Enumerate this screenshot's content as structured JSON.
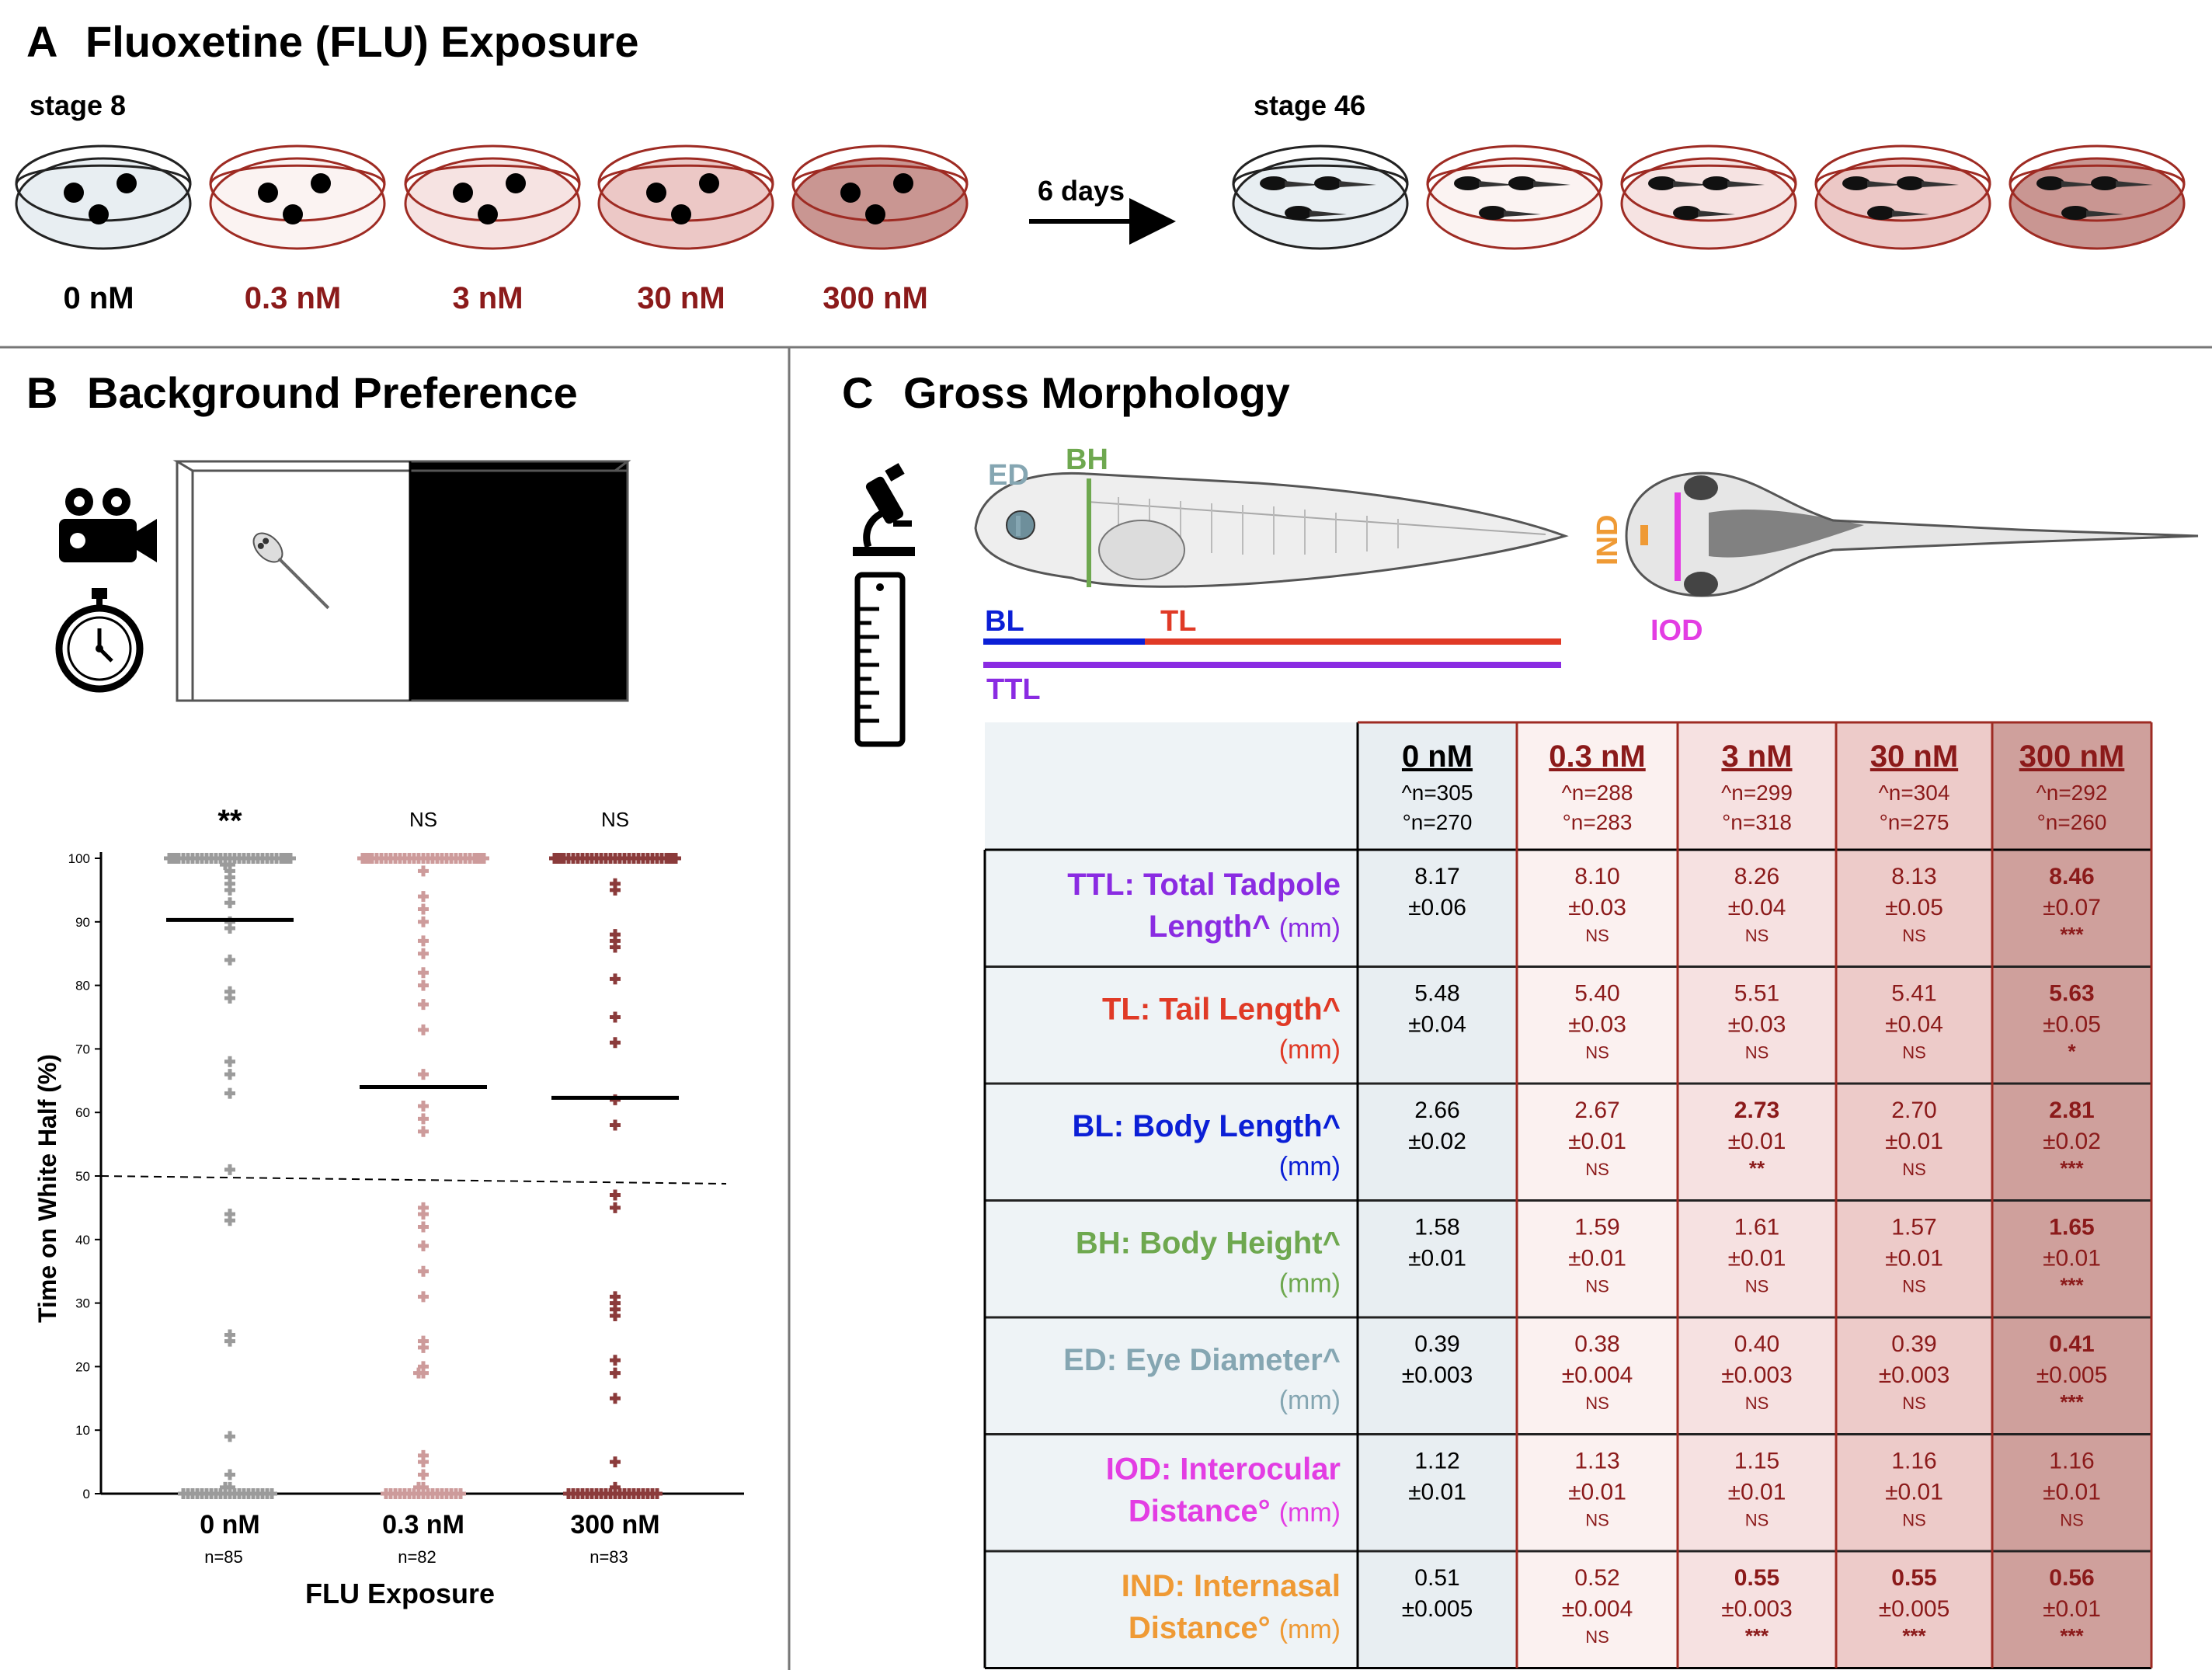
{
  "panelA": {
    "letter": "A",
    "title": "Fluoxetine (FLU) Exposure",
    "stage_start": "stage 8",
    "stage_end": "stage 46",
    "duration": "6 days",
    "concentrations": [
      "0 nM",
      "0.3 nM",
      "3 nM",
      "30 nM",
      "300 nM"
    ]
  },
  "panelB": {
    "letter": "B",
    "title": "Background Preference"
  },
  "panelC": {
    "letter": "C",
    "title": "Gross Morphology",
    "measure_labels": {
      "ed": "ED",
      "bh": "BH",
      "bl": "BL",
      "tl": "TL",
      "ttl": "TTL",
      "ind": "IND",
      "iod": "IOD"
    },
    "table": {
      "columns": [
        {
          "label": "0 nM",
          "n1": "^n=305",
          "n2": "°n=270"
        },
        {
          "label": "0.3 nM",
          "n1": "^n=288",
          "n2": "°n=283"
        },
        {
          "label": "3 nM",
          "n1": "^n=299",
          "n2": "°n=318"
        },
        {
          "label": "30 nM",
          "n1": "^n=304",
          "n2": "°n=275"
        },
        {
          "label": "300 nM",
          "n1": "^n=292",
          "n2": "°n=260"
        }
      ],
      "rows": [
        {
          "line1": "TTL: Total Tadpole",
          "line2": "Length^",
          "unit": "(mm)",
          "color": "#8a2be2",
          "cells": [
            {
              "v": "8.17",
              "e": "±0.06",
              "s": "",
              "b": false
            },
            {
              "v": "8.10",
              "e": "±0.03",
              "s": "NS",
              "b": false
            },
            {
              "v": "8.26",
              "e": "±0.04",
              "s": "NS",
              "b": false
            },
            {
              "v": "8.13",
              "e": "±0.05",
              "s": "NS",
              "b": false
            },
            {
              "v": "8.46",
              "e": "±0.07",
              "s": "***",
              "b": true
            }
          ]
        },
        {
          "line1": "TL: Tail Length^",
          "line2": "",
          "unit": "(mm)",
          "color": "#e03a26",
          "cells": [
            {
              "v": "5.48",
              "e": "±0.04",
              "s": "",
              "b": false
            },
            {
              "v": "5.40",
              "e": "±0.03",
              "s": "NS",
              "b": false
            },
            {
              "v": "5.51",
              "e": "±0.03",
              "s": "NS",
              "b": false
            },
            {
              "v": "5.41",
              "e": "±0.04",
              "s": "NS",
              "b": false
            },
            {
              "v": "5.63",
              "e": "±0.05",
              "s": "*",
              "b": true
            }
          ]
        },
        {
          "line1": "BL: Body Length^",
          "line2": "",
          "unit": "(mm)",
          "color": "#0b1fd6",
          "cells": [
            {
              "v": "2.66",
              "e": "±0.02",
              "s": "",
              "b": false
            },
            {
              "v": "2.67",
              "e": "±0.01",
              "s": "NS",
              "b": false
            },
            {
              "v": "2.73",
              "e": "±0.01",
              "s": "**",
              "b": true
            },
            {
              "v": "2.70",
              "e": "±0.01",
              "s": "NS",
              "b": false
            },
            {
              "v": "2.81",
              "e": "±0.02",
              "s": "***",
              "b": true
            }
          ]
        },
        {
          "line1": "BH: Body Height^",
          "line2": "",
          "unit": "(mm)",
          "color": "#6ea84f",
          "cells": [
            {
              "v": "1.58",
              "e": "±0.01",
              "s": "",
              "b": false
            },
            {
              "v": "1.59",
              "e": "±0.01",
              "s": "NS",
              "b": false
            },
            {
              "v": "1.61",
              "e": "±0.01",
              "s": "NS",
              "b": false
            },
            {
              "v": "1.57",
              "e": "±0.01",
              "s": "NS",
              "b": false
            },
            {
              "v": "1.65",
              "e": "±0.01",
              "s": "***",
              "b": true
            }
          ]
        },
        {
          "line1": "ED: Eye Diameter^",
          "line2": "",
          "unit": "(mm)",
          "color": "#85a6b2",
          "cells": [
            {
              "v": "0.39",
              "e": "±0.003",
              "s": "",
              "b": false
            },
            {
              "v": "0.38",
              "e": "±0.004",
              "s": "NS",
              "b": false
            },
            {
              "v": "0.40",
              "e": "±0.003",
              "s": "NS",
              "b": false
            },
            {
              "v": "0.39",
              "e": "±0.003",
              "s": "NS",
              "b": false
            },
            {
              "v": "0.41",
              "e": "±0.005",
              "s": "***",
              "b": true
            }
          ]
        },
        {
          "line1": "IOD: Interocular",
          "line2": "Distance°",
          "unit": "(mm)",
          "color": "#e33de3",
          "cells": [
            {
              "v": "1.12",
              "e": "±0.01",
              "s": "",
              "b": false
            },
            {
              "v": "1.13",
              "e": "±0.01",
              "s": "NS",
              "b": false
            },
            {
              "v": "1.15",
              "e": "±0.01",
              "s": "NS",
              "b": false
            },
            {
              "v": "1.16",
              "e": "±0.01",
              "s": "NS",
              "b": false
            },
            {
              "v": "1.16",
              "e": "±0.01",
              "s": "NS",
              "b": false
            }
          ]
        },
        {
          "line1": "IND: Internasal",
          "line2": "Distance°",
          "unit": "(mm)",
          "color": "#ef9a35",
          "cells": [
            {
              "v": "0.51",
              "e": "±0.005",
              "s": "",
              "b": false
            },
            {
              "v": "0.52",
              "e": "±0.004",
              "s": "NS",
              "b": false
            },
            {
              "v": "0.55",
              "e": "±0.003",
              "s": "***",
              "b": true
            },
            {
              "v": "0.55",
              "e": "±0.005",
              "s": "***",
              "b": true
            },
            {
              "v": "0.56",
              "e": "±0.01",
              "s": "***",
              "b": true
            }
          ]
        }
      ]
    }
  },
  "chart_data": {
    "type": "scatter",
    "title": "",
    "xlabel": "FLU Exposure",
    "ylabel": "Time on White Half (%)",
    "ylim": [
      0,
      100
    ],
    "yticks": [
      0,
      10,
      20,
      30,
      40,
      50,
      60,
      70,
      80,
      90,
      100
    ],
    "reference_line": 50,
    "groups": [
      {
        "label": "0 nM",
        "n": "n=85",
        "sig": "**",
        "mean": 90.3,
        "color": "#9b9b9b",
        "values": [
          100,
          100,
          100,
          100,
          100,
          100,
          100,
          100,
          100,
          100,
          100,
          100,
          100,
          100,
          100,
          100,
          100,
          100,
          100,
          100,
          100,
          100,
          100,
          100,
          100,
          100,
          100,
          100,
          100,
          100,
          100,
          100,
          100,
          100,
          100,
          100,
          100,
          100,
          100,
          100,
          100,
          99,
          99,
          98,
          97,
          96,
          95,
          93,
          90,
          89,
          84,
          79,
          78,
          68,
          66,
          63,
          51,
          44,
          43,
          25,
          24,
          9,
          3,
          1,
          1,
          0,
          0,
          0,
          0,
          0,
          0,
          0,
          0,
          0,
          0,
          0,
          0,
          0,
          0,
          0,
          0,
          0,
          0,
          0,
          0
        ]
      },
      {
        "label": "0.3 nM",
        "n": "n=82",
        "sig": "NS",
        "mean": 64.0,
        "color": "#cd9b9b",
        "values": [
          100,
          100,
          100,
          100,
          100,
          100,
          100,
          100,
          100,
          100,
          100,
          100,
          100,
          100,
          100,
          100,
          100,
          100,
          100,
          100,
          100,
          100,
          100,
          100,
          100,
          100,
          100,
          100,
          100,
          100,
          100,
          100,
          100,
          100,
          100,
          98,
          94,
          92,
          90,
          87,
          85,
          82,
          80,
          77,
          73,
          66,
          61,
          59,
          57,
          45,
          44,
          42,
          39,
          35,
          31,
          24,
          23,
          20,
          19,
          19,
          6,
          5,
          3,
          1,
          1,
          0,
          0,
          0,
          0,
          0,
          0,
          0,
          0,
          0,
          0,
          0,
          0,
          0,
          0,
          0,
          0,
          0
        ]
      },
      {
        "label": "300 nM",
        "n": "n=83",
        "sig": "NS",
        "mean": 62.3,
        "color": "#8b3b3b",
        "values": [
          100,
          100,
          100,
          100,
          100,
          100,
          100,
          100,
          100,
          100,
          100,
          100,
          100,
          100,
          100,
          100,
          100,
          100,
          100,
          100,
          100,
          100,
          100,
          100,
          100,
          100,
          100,
          100,
          100,
          100,
          100,
          100,
          100,
          100,
          100,
          100,
          100,
          100,
          100,
          100,
          100,
          100,
          96,
          95,
          88,
          87,
          86,
          81,
          75,
          71,
          62,
          58,
          47,
          45,
          31,
          30,
          29,
          28,
          21,
          19,
          15,
          5,
          1,
          0,
          0,
          0,
          0,
          0,
          0,
          0,
          0,
          0,
          0,
          0,
          0,
          0,
          0,
          0,
          0,
          0,
          0,
          0,
          0
        ]
      }
    ]
  }
}
